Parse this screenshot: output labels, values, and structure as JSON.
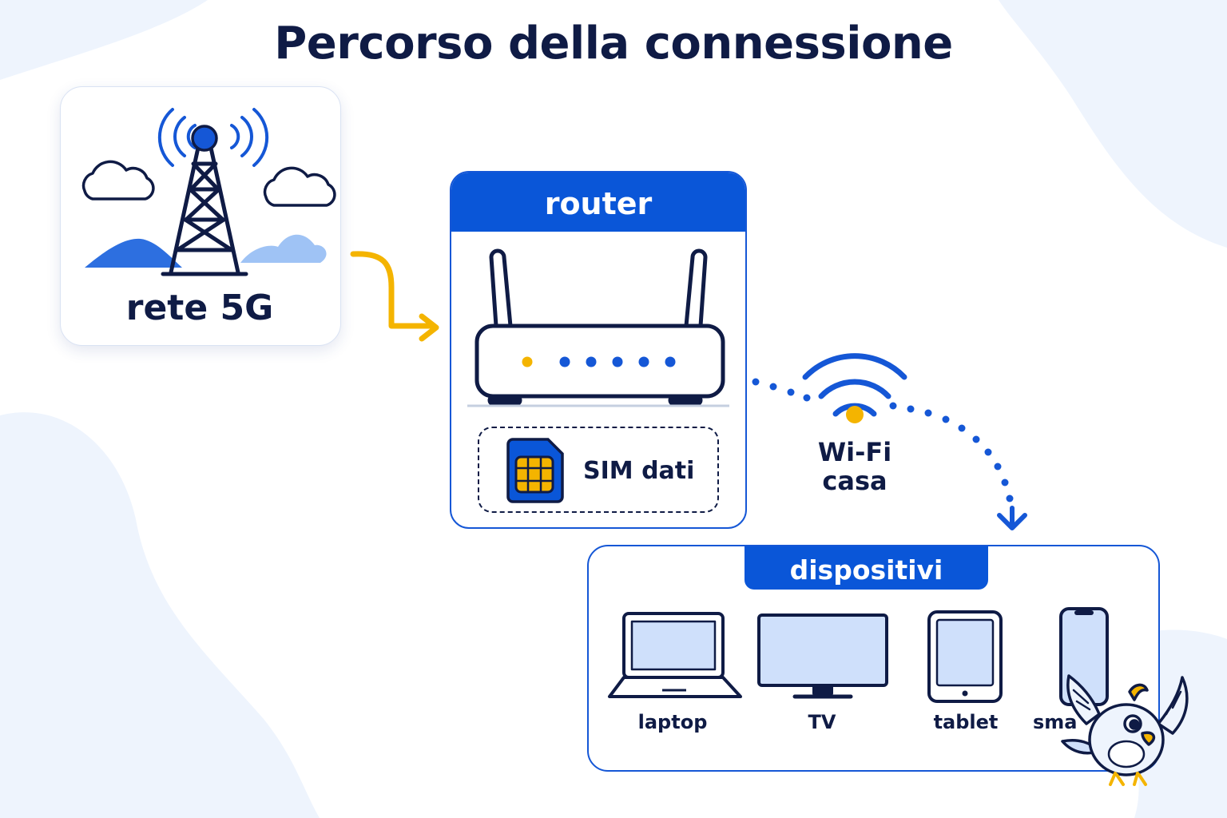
{
  "title": "Percorso della connessione",
  "source": {
    "label": "rete 5G"
  },
  "router": {
    "title": "router",
    "sim_label": "SIM dati"
  },
  "wifi": {
    "line1": "Wi-Fi",
    "line2": "casa"
  },
  "devices": {
    "title": "dispositivi",
    "items": [
      {
        "label": "laptop"
      },
      {
        "label": "TV"
      },
      {
        "label": "tablet"
      },
      {
        "label": "sma"
      }
    ]
  },
  "colors": {
    "brand_blue": "#0a56d8",
    "accent_yellow": "#f4b400",
    "navy": "#0f1b45",
    "light_blue": "#cfe0fb"
  },
  "icons": [
    "cell-tower-icon",
    "cloud-icon",
    "router-icon",
    "sim-card-icon",
    "wifi-icon",
    "laptop-icon",
    "tv-icon",
    "tablet-icon",
    "smartphone-icon",
    "bird-mascot-icon"
  ]
}
